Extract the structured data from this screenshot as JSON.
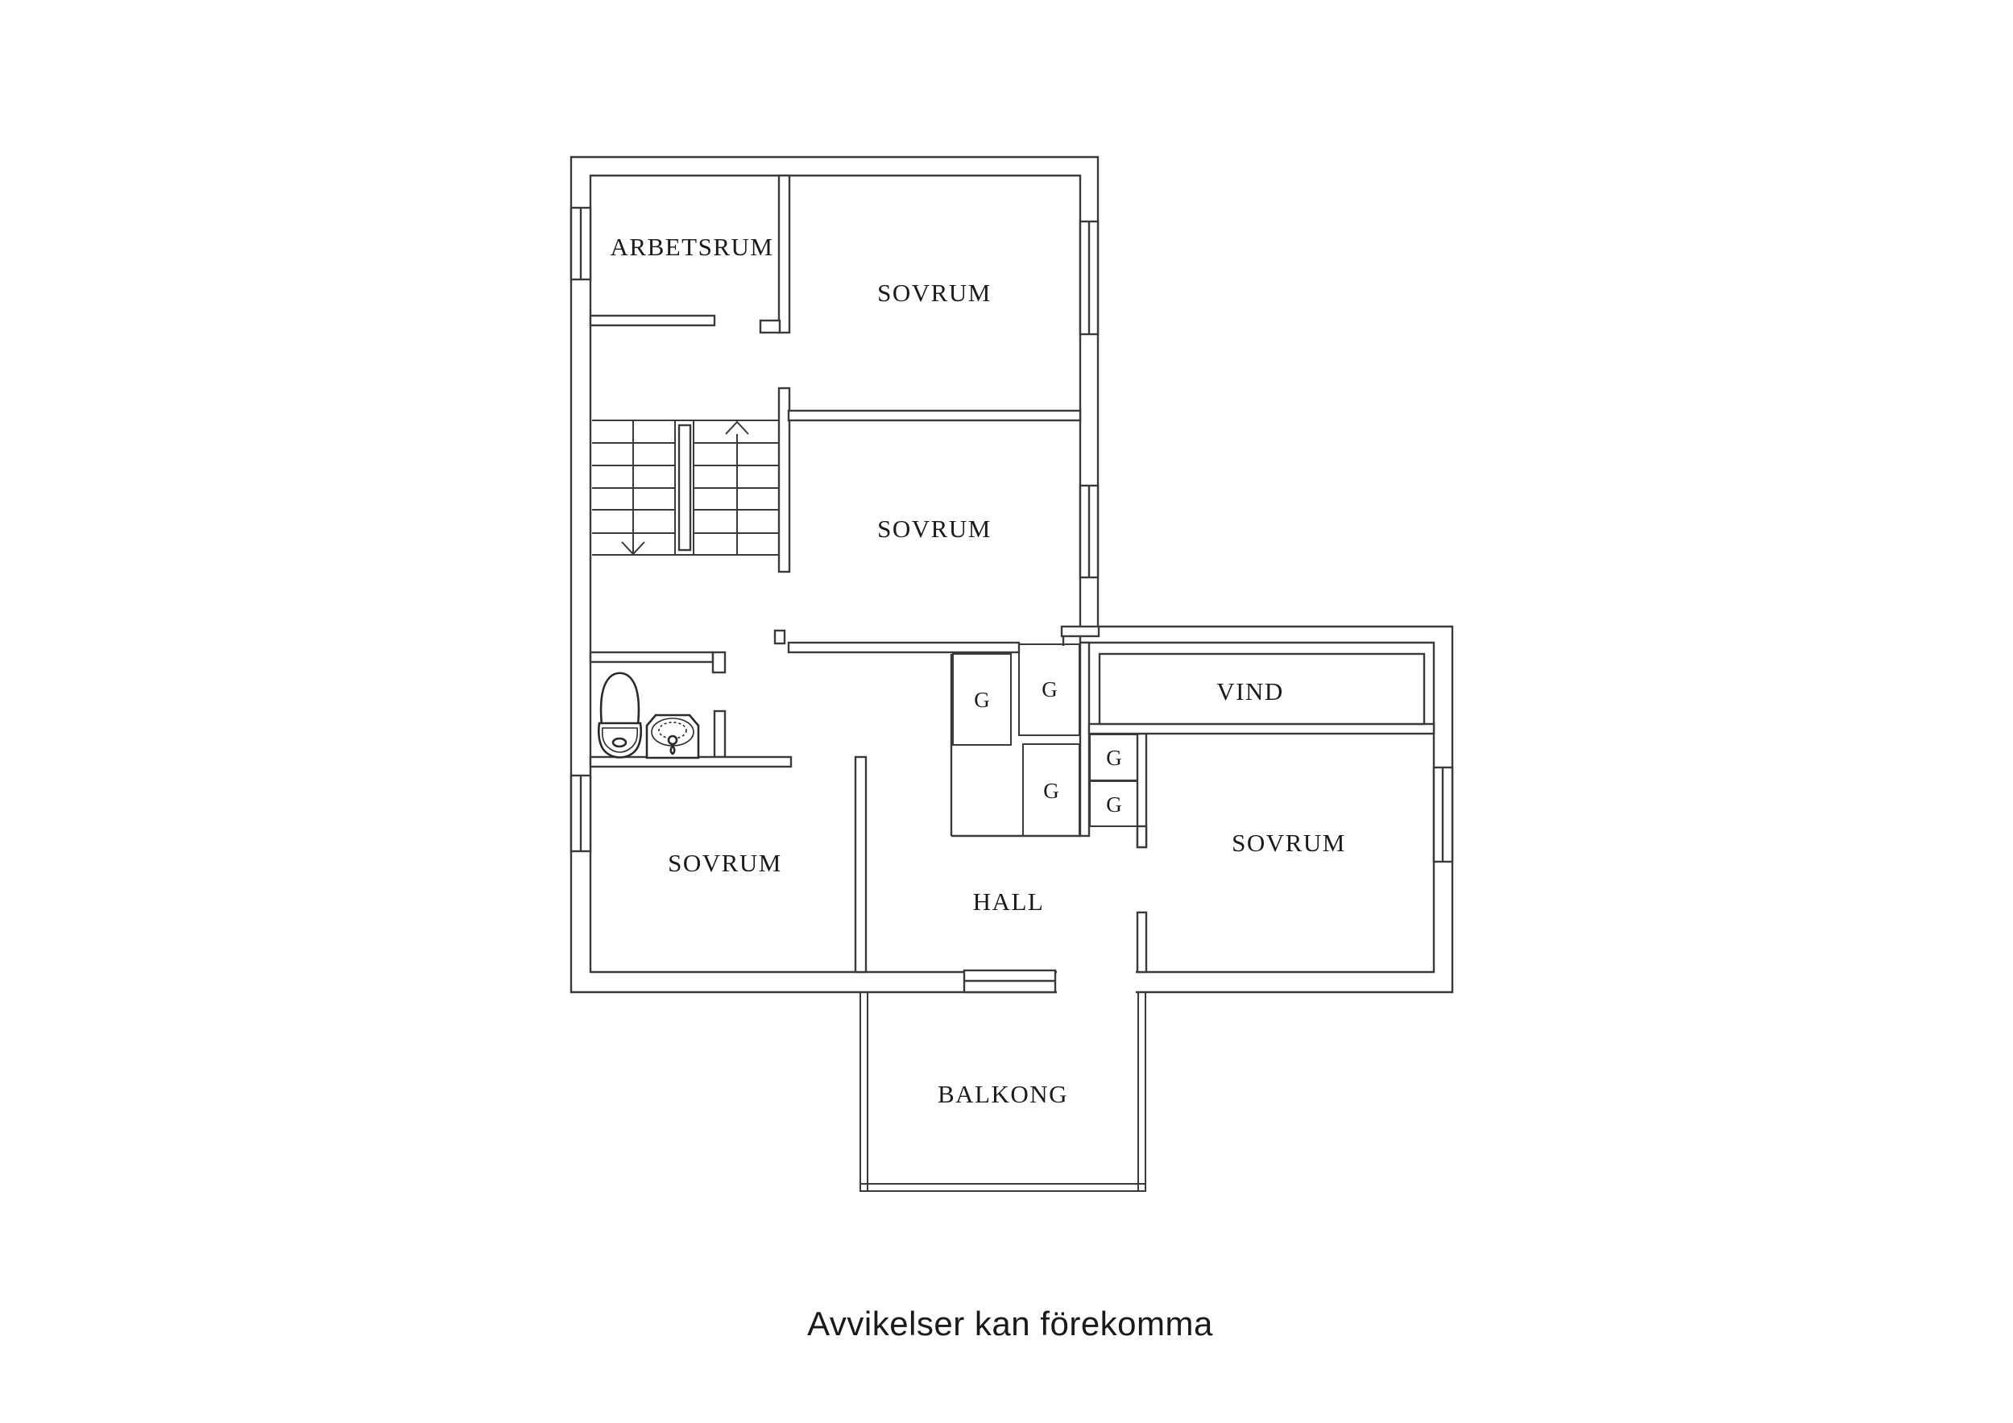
{
  "page": {
    "background": "#ffffff",
    "line_color": "#3a3a3a",
    "text_color": "#1a1a1a"
  },
  "floorplan": {
    "rooms": {
      "arbetsrum": {
        "label": "ARBETSRUM"
      },
      "sovrum_top": {
        "label": "SOVRUM"
      },
      "sovrum_mid": {
        "label": "SOVRUM"
      },
      "vind": {
        "label": "VIND"
      },
      "sovrum_right": {
        "label": "SOVRUM"
      },
      "sovrum_lower": {
        "label": "SOVRUM"
      },
      "hall": {
        "label": "HALL"
      },
      "balkong": {
        "label": "BALKONG"
      }
    },
    "closets": [
      {
        "label": "G"
      },
      {
        "label": "G"
      },
      {
        "label": "G"
      },
      {
        "label": "G"
      },
      {
        "label": "G"
      }
    ],
    "icons": {
      "stair_up_arrow": "arrow-up",
      "stair_down_arrow": "arrow-down",
      "toilet": "toilet-top-view",
      "sink": "sink-top-view"
    }
  },
  "footer": {
    "disclaimer": "Avvikelser kan förekomma"
  }
}
